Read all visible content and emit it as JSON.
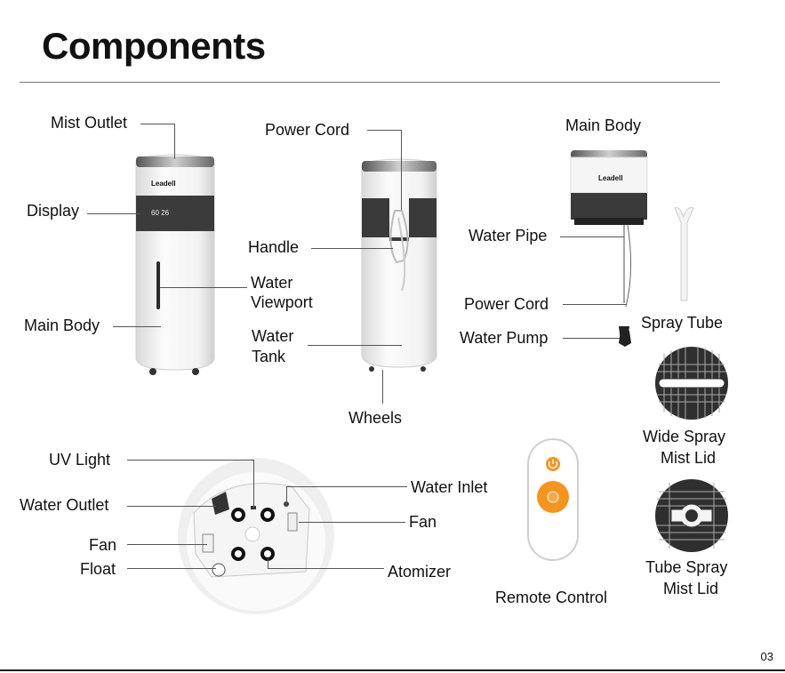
{
  "page": {
    "title": "Components",
    "page_number": "03"
  },
  "brand": {
    "logo_text": "Leadell",
    "display_readout": "60 26"
  },
  "labels": {
    "mist_outlet": "Mist Outlet",
    "display": "Display",
    "main_body_front": "Main Body",
    "power_cord_back": "Power Cord",
    "handle": "Handle",
    "water_viewport_l1": "Water",
    "water_viewport_l2": "Viewport",
    "water_tank_l1": "Water",
    "water_tank_l2": "Tank",
    "wheels": "Wheels",
    "main_body_top": "Main Body",
    "water_pipe": "Water Pipe",
    "power_cord_pump": "Power Cord",
    "water_pump": "Water Pump",
    "spray_tube": "Spray Tube",
    "wide_spray_l1": "Wide Spray",
    "wide_spray_l2": "Mist Lid",
    "tube_spray_l1": "Tube Spray",
    "tube_spray_l2": "Mist Lid",
    "uv_light": "UV Light",
    "water_outlet": "Water Outlet",
    "fan_left": "Fan",
    "float": "Float",
    "water_inlet": "Water Inlet",
    "fan_right": "Fan",
    "atomizer": "Atomizer",
    "remote_control": "Remote Control"
  },
  "colors": {
    "body_white": "#f4f4f4",
    "band_dark": "#3a3a3a",
    "remote_accent": "#f7941d"
  }
}
